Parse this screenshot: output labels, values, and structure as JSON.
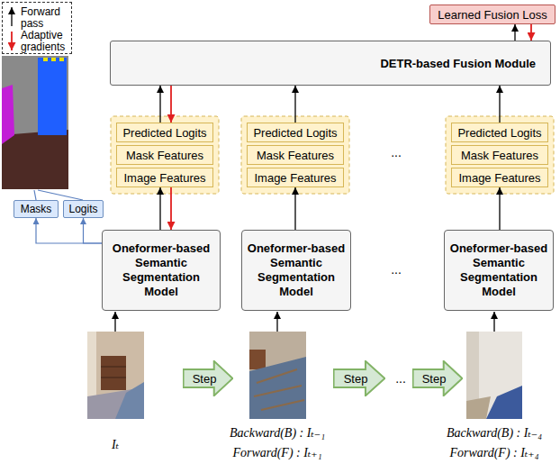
{
  "diagram": {
    "nodes": [
      {
        "text": [
          "Learned Fusion Loss"
        ]
      },
      {
        "text": [
          "DETR-based Fusion Module"
        ]
      },
      {
        "text": [
          "Predicted Logits"
        ]
      },
      {
        "text": [
          "Mask Features"
        ]
      },
      {
        "text": [
          "Image Features"
        ]
      },
      {
        "text": [
          "Predicted Logits"
        ]
      },
      {
        "text": [
          "Mask Features"
        ]
      },
      {
        "text": [
          "Image Features"
        ]
      },
      {
        "text": [
          "Predicted Logits"
        ]
      },
      {
        "text": [
          "Mask Features"
        ]
      },
      {
        "text": [
          "Image Features"
        ]
      },
      {
        "text": [
          "Masks"
        ]
      },
      {
        "text": [
          "Logits"
        ]
      },
      {
        "text": [
          "Oneformer-based Semantic Segmentation Model"
        ]
      },
      {
        "text": [
          "Oneformer-based Semantic Segmentation Model"
        ]
      },
      {
        "text": [
          "Oneformer-based Semantic Segmentation Model"
        ]
      },
      {
        "text": [
          "Step"
        ]
      },
      {
        "text": [
          "Step"
        ]
      },
      {
        "text": [
          "Step"
        ]
      }
    ],
    "edges": [
      {
        "from": 1,
        "to": 0,
        "arrow": "to"
      },
      {
        "from": 0,
        "to": 1,
        "arrow": "to"
      },
      {
        "from": 2,
        "to": 1,
        "arrow": "to"
      },
      {
        "from": 1,
        "to": 2,
        "arrow": "to"
      },
      {
        "from": 5,
        "to": 1,
        "arrow": "to"
      },
      {
        "from": 8,
        "to": 1,
        "arrow": "to"
      },
      {
        "from": 13,
        "to": 4,
        "arrow": "to"
      },
      {
        "from": 4,
        "to": 13,
        "arrow": "to"
      },
      {
        "from": 14,
        "to": 7,
        "arrow": "to"
      },
      {
        "from": 15,
        "to": 10,
        "arrow": "to"
      },
      {
        "from": 13,
        "to": 11,
        "arrow": "to"
      },
      {
        "from": 13,
        "to": 12,
        "arrow": "to"
      }
    ],
    "labels": [
      "Iₜ",
      "Backward(B) : Iₜ₋₁",
      "Forward(F) : Iₜ₊₁",
      "Backward(B) : Iₜ₋₄",
      "Forward(F) : Iₜ₊₄",
      "...",
      "...",
      "..."
    ],
    "legend": [
      {
        "text": "Forward pass"
      },
      {
        "text": "Adaptive gradients"
      }
    ]
  }
}
